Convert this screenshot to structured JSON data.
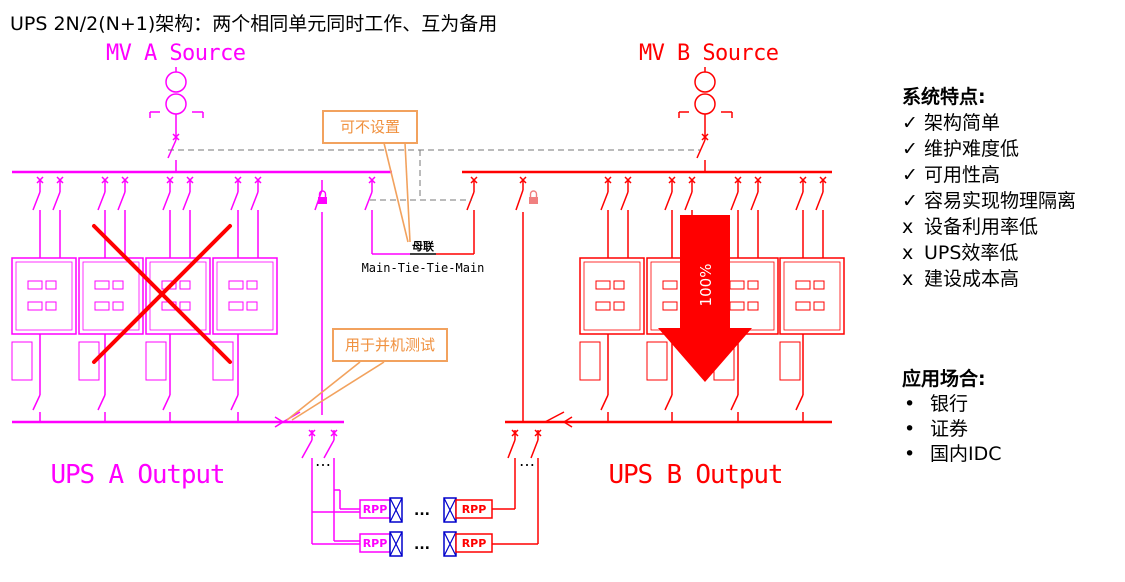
{
  "title": "UPS 2N/2(N+1)架构：两个相同单元同时工作、互为备用",
  "diagram": {
    "source_a": "MV A Source",
    "source_b": "MV B Source",
    "output_a": "UPS A Output",
    "output_b": "UPS B Output",
    "tie_label_cn": "母联",
    "tie_label_en": "Main-Tie-Tie-Main",
    "callout_tie": "可不设置",
    "callout_parallel": "用于并机测试",
    "load_percent": "100%",
    "rpp_label": "RPP",
    "ellipsis": "...",
    "dots": "…",
    "colors": {
      "side_a": "#ff00ff",
      "side_b": "#ff0000",
      "callout": "#f2a25e",
      "arrow": "#ff0000"
    }
  },
  "features": {
    "heading": "系统特点:",
    "items": [
      {
        "mark": "✓",
        "text": "架构简单"
      },
      {
        "mark": "✓",
        "text": "维护难度低"
      },
      {
        "mark": "✓",
        "text": "可用性高"
      },
      {
        "mark": "✓",
        "text": "容易实现物理隔离"
      },
      {
        "mark": "x",
        "text": "设备利用率低"
      },
      {
        "mark": "x",
        "text": "UPS效率低"
      },
      {
        "mark": "x",
        "text": "建设成本高"
      }
    ]
  },
  "applications": {
    "heading": "应用场合:",
    "items": [
      "银行",
      "证券",
      "国内IDC"
    ]
  }
}
